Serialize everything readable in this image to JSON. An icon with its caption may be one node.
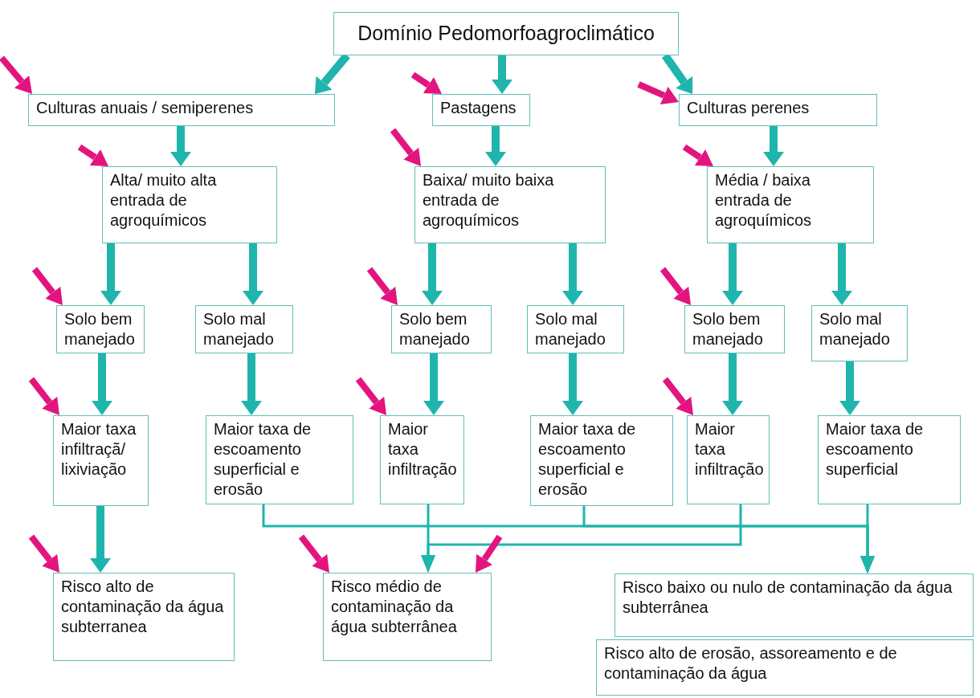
{
  "diagram": {
    "nodes": [
      {
        "text": [
          "Domínio Pedomorfoagroclimático"
        ]
      },
      {
        "text": [
          "Culturas anuais / semiperenes"
        ]
      },
      {
        "text": [
          "Pastagens"
        ]
      },
      {
        "text": [
          "Culturas perenes"
        ]
      },
      {
        "text": [
          "Alta/ muito alta entrada de agroquímicos"
        ]
      },
      {
        "text": [
          "Baixa/ muito baixa entrada de agroquímicos"
        ]
      },
      {
        "text": [
          "Média / baixa entrada de agroquímicos"
        ]
      },
      {
        "text": [
          "Solo bem manejado"
        ]
      },
      {
        "text": [
          "Solo mal manejado"
        ]
      },
      {
        "text": [
          "Solo bem manejado"
        ]
      },
      {
        "text": [
          "Solo mal manejado"
        ]
      },
      {
        "text": [
          "Solo bem manejado"
        ]
      },
      {
        "text": [
          "Solo mal manejado"
        ]
      },
      {
        "text": [
          "Maior taxa infiltraçã/ lixiviação"
        ]
      },
      {
        "text": [
          "Maior taxa de escoamento superficial e erosão"
        ]
      },
      {
        "text": [
          "Maior taxa infiltração"
        ]
      },
      {
        "text": [
          "Maior taxa de escoamento superficial e erosão"
        ]
      },
      {
        "text": [
          "Maior taxa infiltração"
        ]
      },
      {
        "text": [
          "Maior taxa de escoamento superficial"
        ]
      },
      {
        "text": [
          "Risco alto de contaminação da água subterranea"
        ]
      },
      {
        "text": [
          "Risco médio de contaminação da água subterrânea"
        ]
      },
      {
        "text": [
          "Risco baixo ou nulo de contaminação da água subterrânea"
        ]
      },
      {
        "text": [
          "Risco alto de erosão, assoreamento e de contaminação da água"
        ]
      }
    ],
    "edges": [
      {
        "from": 0,
        "to": 1,
        "arrow": "to"
      },
      {
        "from": 0,
        "to": 2,
        "arrow": "to"
      },
      {
        "from": 0,
        "to": 3,
        "arrow": "to"
      },
      {
        "from": 1,
        "to": 4,
        "arrow": "to"
      },
      {
        "from": 2,
        "to": 5,
        "arrow": "to"
      },
      {
        "from": 3,
        "to": 6,
        "arrow": "to"
      },
      {
        "from": 4,
        "to": 7,
        "arrow": "to"
      },
      {
        "from": 4,
        "to": 8,
        "arrow": "to"
      },
      {
        "from": 5,
        "to": 9,
        "arrow": "to"
      },
      {
        "from": 5,
        "to": 10,
        "arrow": "to"
      },
      {
        "from": 6,
        "to": 11,
        "arrow": "to"
      },
      {
        "from": 6,
        "to": 12,
        "arrow": "to"
      },
      {
        "from": 7,
        "to": 13,
        "arrow": "to"
      },
      {
        "from": 8,
        "to": 14,
        "arrow": "to"
      },
      {
        "from": 9,
        "to": 15,
        "arrow": "to"
      },
      {
        "from": 10,
        "to": 16,
        "arrow": "to"
      },
      {
        "from": 11,
        "to": 17,
        "arrow": "to"
      },
      {
        "from": 12,
        "to": 18,
        "arrow": "to"
      },
      {
        "from": 13,
        "to": 19,
        "arrow": "to"
      },
      {
        "from": 14,
        "to": 21,
        "arrow": "to"
      },
      {
        "from": 16,
        "to": 21,
        "arrow": "to"
      },
      {
        "from": 18,
        "to": 21,
        "arrow": "to"
      },
      {
        "from": 15,
        "to": 20,
        "arrow": "to"
      },
      {
        "from": 17,
        "to": 20,
        "arrow": "to"
      },
      {
        "from": null,
        "to": 1,
        "arrow": "to",
        "color": "#e3147f"
      },
      {
        "from": null,
        "to": 2,
        "arrow": "to",
        "color": "#e3147f"
      },
      {
        "from": null,
        "to": 3,
        "arrow": "to",
        "color": "#e3147f"
      },
      {
        "from": null,
        "to": 4,
        "arrow": "to",
        "color": "#e3147f"
      },
      {
        "from": null,
        "to": 5,
        "arrow": "to",
        "color": "#e3147f"
      },
      {
        "from": null,
        "to": 6,
        "arrow": "to",
        "color": "#e3147f"
      },
      {
        "from": null,
        "to": 7,
        "arrow": "to",
        "color": "#e3147f"
      },
      {
        "from": null,
        "to": 9,
        "arrow": "to",
        "color": "#e3147f"
      },
      {
        "from": null,
        "to": 11,
        "arrow": "to",
        "color": "#e3147f"
      },
      {
        "from": null,
        "to": 13,
        "arrow": "to",
        "color": "#e3147f"
      },
      {
        "from": null,
        "to": 15,
        "arrow": "to",
        "color": "#e3147f"
      },
      {
        "from": null,
        "to": 17,
        "arrow": "to",
        "color": "#e3147f"
      },
      {
        "from": null,
        "to": 19,
        "arrow": "to",
        "color": "#e3147f"
      },
      {
        "from": null,
        "to": 20,
        "arrow": "to",
        "color": "#e3147f"
      },
      {
        "from": null,
        "to": 20,
        "arrow": "to",
        "color": "#e3147f"
      }
    ]
  }
}
